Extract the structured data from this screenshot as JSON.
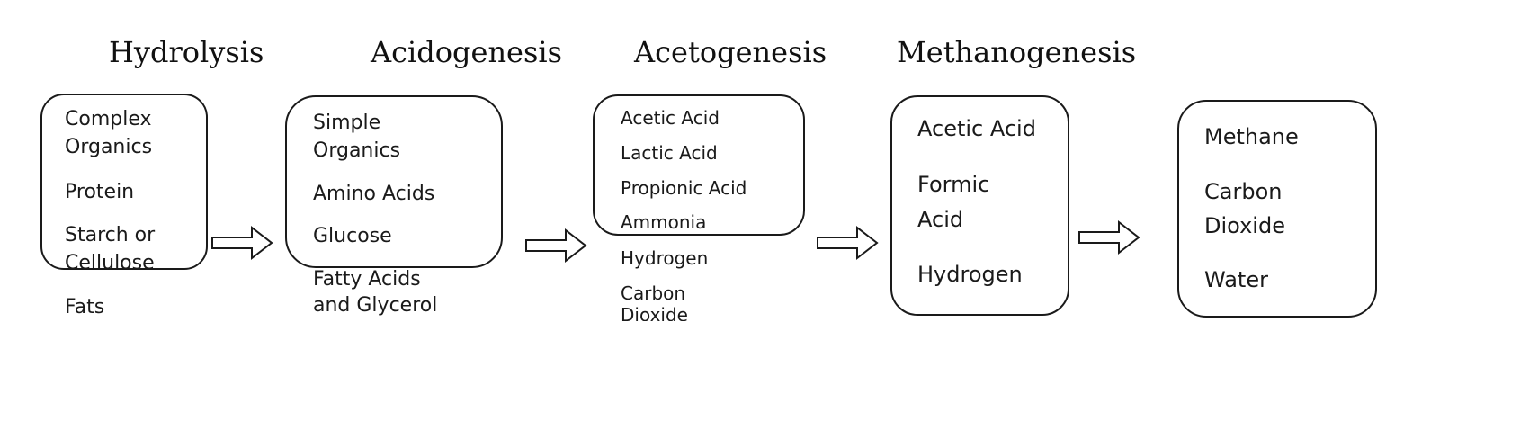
{
  "stages": [
    {
      "title": "Hydrolysis"
    },
    {
      "title": "Acidogenesis"
    },
    {
      "title": "Acetogenesis"
    },
    {
      "title": "Methanogenesis"
    }
  ],
  "boxes": {
    "hydrolysis": {
      "items": [
        "Complex",
        "Organics",
        "Protein",
        "Starch or",
        "Cellulose"
      ],
      "outside": [
        "Fats"
      ]
    },
    "acidogenesis": {
      "items": [
        "Simple",
        "Organics",
        "Amino Acids",
        "Glucose"
      ],
      "outside": [
        "Fatty Acids",
        "and Glycerol"
      ]
    },
    "acetogenesis": {
      "items": [
        "Acetic Acid",
        "Lactic Acid",
        "Propionic Acid",
        "Ammonia"
      ],
      "outside": [
        "Hydrogen",
        "Carbon",
        "Dioxide"
      ]
    },
    "methanogenesis": {
      "items": [
        "Acetic Acid",
        "Formic",
        "Acid",
        "Hydrogen"
      ]
    },
    "products": {
      "items": [
        "Methane",
        "Carbon",
        "Dioxide",
        "Water"
      ]
    }
  },
  "colors": {
    "stroke": "#1a1a1a",
    "text": "#1a1a1a",
    "background": "#ffffff"
  },
  "icons": [
    "arrow-right-icon"
  ]
}
